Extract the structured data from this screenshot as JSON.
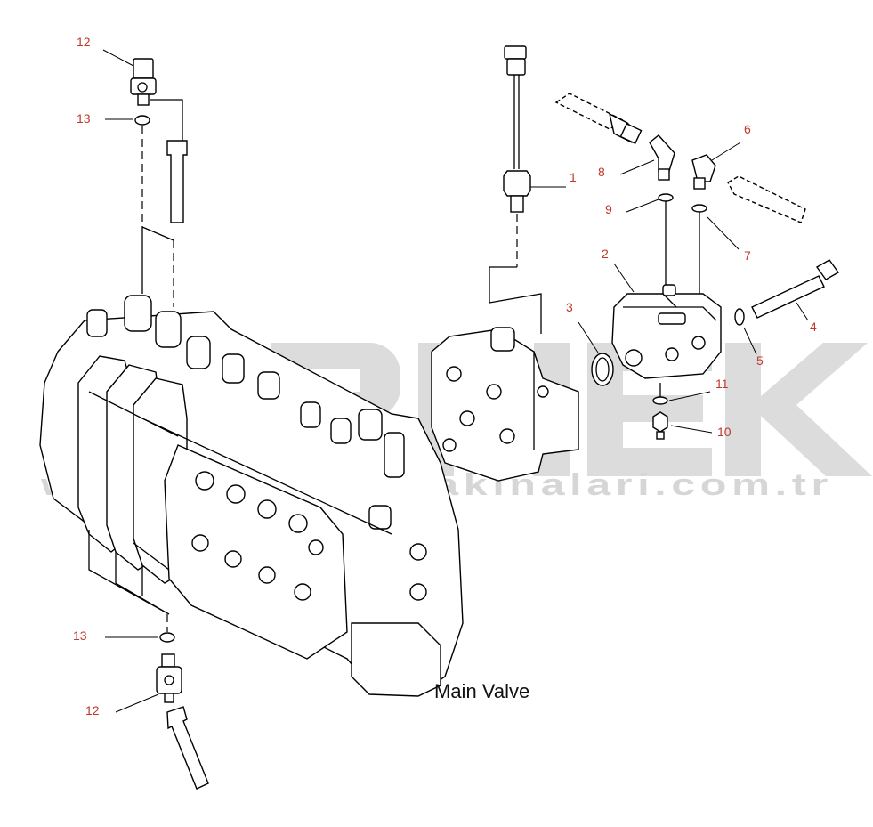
{
  "caption": "Main Valve",
  "watermark": {
    "logo": "ORNEK",
    "url": "www.orneknismakinalari.com.tr"
  },
  "callouts": [
    {
      "id": "c12a",
      "label": "12"
    },
    {
      "id": "c13a",
      "label": "13"
    },
    {
      "id": "c13b",
      "label": "13"
    },
    {
      "id": "c12b",
      "label": "12"
    },
    {
      "id": "c1",
      "label": "1"
    },
    {
      "id": "c2",
      "label": "2"
    },
    {
      "id": "c3",
      "label": "3"
    },
    {
      "id": "c4",
      "label": "4"
    },
    {
      "id": "c5",
      "label": "5"
    },
    {
      "id": "c6",
      "label": "6"
    },
    {
      "id": "c7",
      "label": "7"
    },
    {
      "id": "c8",
      "label": "8"
    },
    {
      "id": "c9",
      "label": "9"
    },
    {
      "id": "c10",
      "label": "10"
    },
    {
      "id": "c11",
      "label": "11"
    }
  ],
  "colors": {
    "callout": "#c0392b",
    "line": "#000000",
    "watermark": "#cfcfcf",
    "watermark_accent": "#f2c14e"
  }
}
